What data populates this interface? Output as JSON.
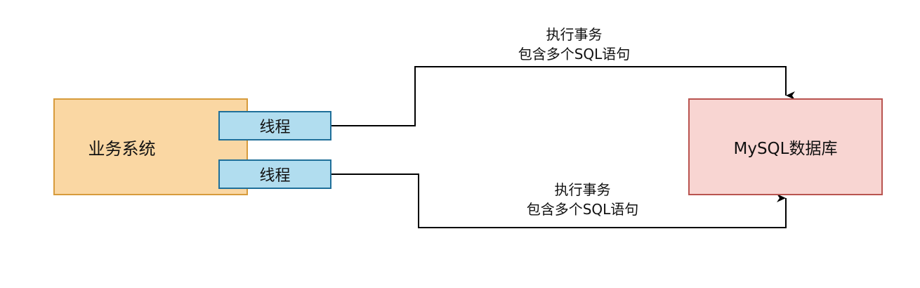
{
  "diagram": {
    "system": {
      "label": "业务系统"
    },
    "threads": [
      {
        "label": "线程"
      },
      {
        "label": "线程"
      }
    ],
    "database": {
      "label": "MySQL数据库"
    },
    "edges": [
      {
        "line1": "执行事务",
        "line2": "包含多个SQL语句"
      },
      {
        "line1": "执行事务",
        "line2": "包含多个SQL语句"
      }
    ],
    "colors": {
      "system_fill": "#fad7a3",
      "system_border": "#d79b3c",
      "thread_fill": "#b1ddef",
      "thread_border": "#1f6f99",
      "db_fill": "#f8d5d2",
      "db_border": "#b95450",
      "connector": "#000000"
    }
  }
}
